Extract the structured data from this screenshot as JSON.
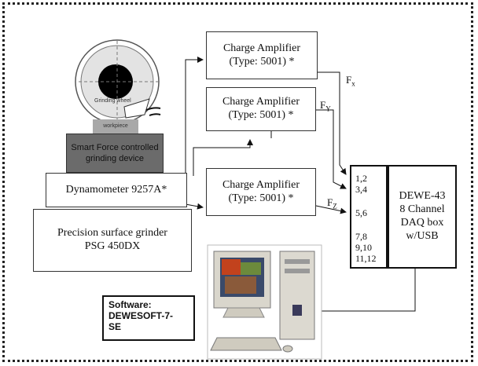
{
  "amplifiers": [
    {
      "line1": "Charge Amplifier",
      "line2": "(Type: 5001) *"
    },
    {
      "line1": "Charge Amplifier",
      "line2": "(Type: 5001) *"
    },
    {
      "line1": "Charge Amplifier",
      "line2": "(Type: 5001) *"
    }
  ],
  "dynamometer": "Dynamometer 9257A*",
  "grinder": {
    "line1": "Precision surface grinder",
    "line2": "PSG 450DX"
  },
  "grinding_wheel_label": "Grinding wheel",
  "workpiece_label": "workpiece",
  "device": {
    "line1": "Smart Force controlled",
    "line2": "grinding device"
  },
  "forces": {
    "fx_base": "F",
    "fx_sub": "x",
    "fy_base": "F",
    "fy_sub": "Y",
    "fz_base": "F",
    "fz_sub": "Z"
  },
  "channels": [
    "1,2",
    "3,4",
    "5,6",
    "7,8",
    "9,10",
    "11,12"
  ],
  "daq": {
    "line1": "DEWE-43",
    "line2": "8 Channel",
    "line3": "DAQ box",
    "line4": "w/USB"
  },
  "software": {
    "line1": "Software:",
    "line2": "DEWESOFT-7-",
    "line3": "SE"
  }
}
